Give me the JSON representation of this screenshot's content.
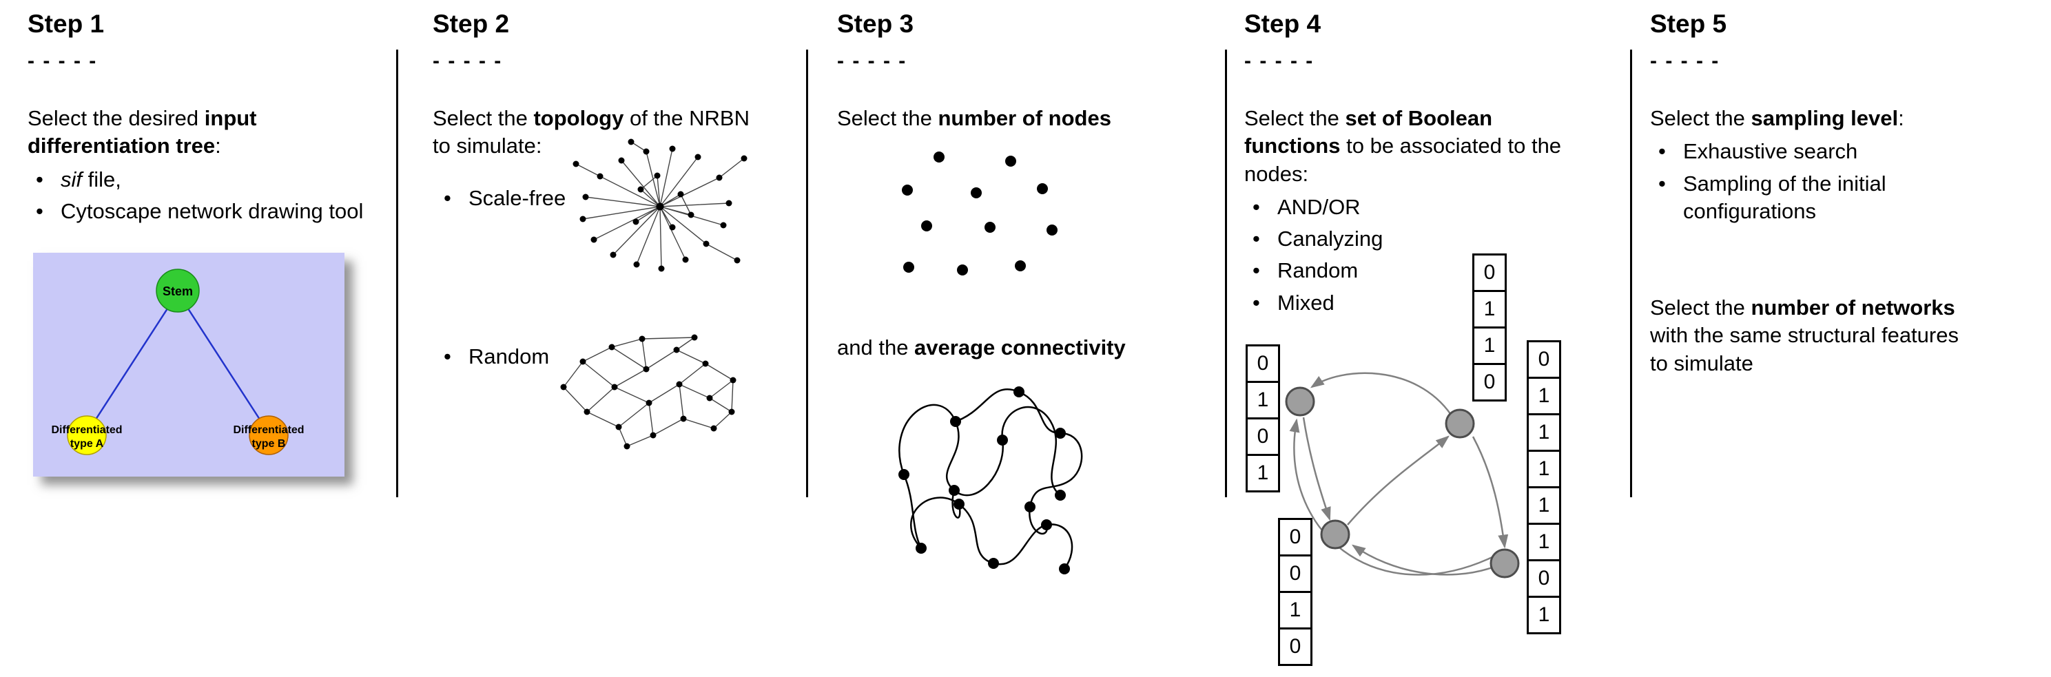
{
  "figure": {
    "background": "#ffffff"
  },
  "step1": {
    "title": "Step 1",
    "dashes": "- - - - -",
    "intro_prefix": "Select the desired ",
    "intro_bold": "input differentiation tree",
    "intro_suffix": ":",
    "bullet1_italic": "sif",
    "bullet1_rest": " file,",
    "bullet2": "Cytoscape network drawing tool",
    "tree": {
      "stem_label": "Stem",
      "type_a_line1": "Differentiated",
      "type_a_line2": "type A",
      "type_b_line1": "Differentiated",
      "type_b_line2": "type B",
      "colors": {
        "background": "#c9c9f8",
        "stem": "#33cc33",
        "type_a": "#ffff00",
        "type_b": "#ff9900",
        "edge": "#2233cc"
      }
    }
  },
  "step2": {
    "title": "Step 2",
    "dashes": "- - - - -",
    "intro_prefix": "Select the ",
    "intro_bold": "topology",
    "intro_suffix": " of the NRBN to simulate:",
    "bullet1": "Scale-free",
    "bullet2": "Random"
  },
  "step3": {
    "title": "Step 3",
    "dashes": "- - - - -",
    "line1_prefix": "Select the ",
    "line1_bold": "number of nodes",
    "line2_prefix": "and the ",
    "line2_bold": "average connectivity"
  },
  "step4": {
    "title": "Step 4",
    "dashes": "- - - - -",
    "intro_prefix": "Select the ",
    "intro_bold": "set of Boolean functions",
    "intro_suffix": " to be associated to the nodes:",
    "bullet1": "AND/OR",
    "bullet2": "Canalyzing",
    "bullet3": "Random",
    "bullet4": "Mixed",
    "tables": {
      "top": [
        "0",
        "1",
        "1",
        "0"
      ],
      "left": [
        "0",
        "1",
        "0",
        "1"
      ],
      "bottom": [
        "0",
        "0",
        "1",
        "0"
      ],
      "right": [
        "0",
        "1",
        "1",
        "1",
        "1",
        "1",
        "0",
        "1"
      ]
    },
    "colors": {
      "node": "#9e9e9e",
      "node_border": "#4d4d4d",
      "edge": "#808080"
    }
  },
  "step5": {
    "title": "Step 5",
    "dashes": "- - - - -",
    "intro_prefix": "Select the ",
    "intro_bold": "sampling level",
    "intro_suffix": ":",
    "bullet1": "Exhaustive search",
    "bullet2": "Sampling of the initial configurations",
    "para2_prefix": "Select the ",
    "para2_bold": "number of networks",
    "para2_suffix": " with the same structural features to simulate"
  }
}
